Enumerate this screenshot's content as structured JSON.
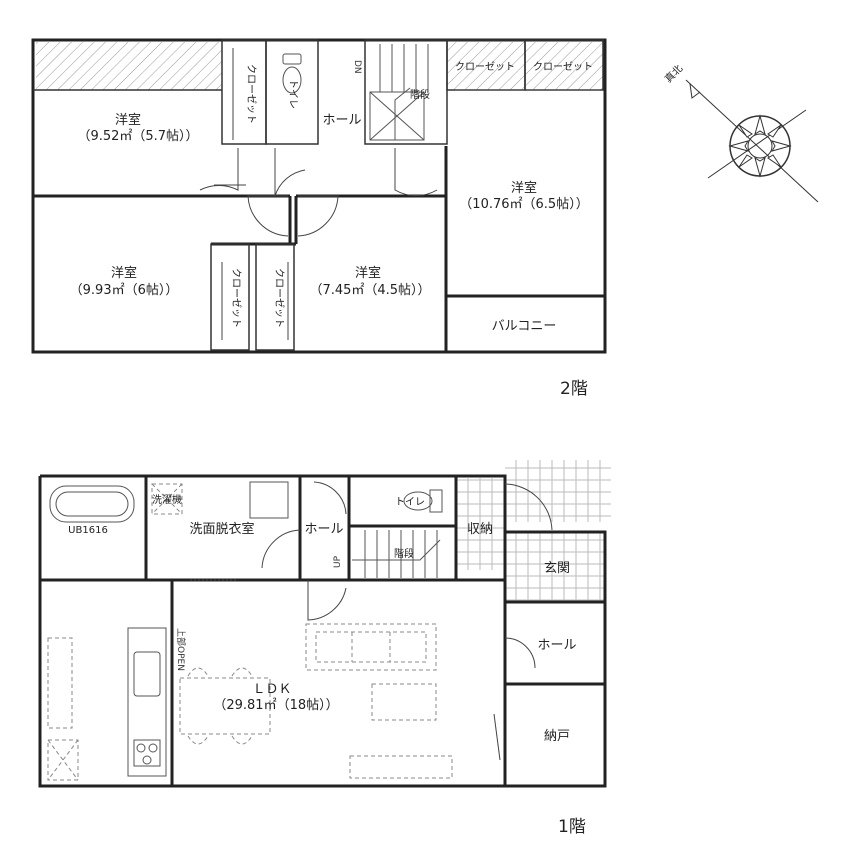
{
  "floor2": {
    "label": "2階",
    "rooms": {
      "yoshitsu_nw": {
        "name": "洋室",
        "area": "（9.52㎡（5.7帖））"
      },
      "yoshitsu_e": {
        "name": "洋室",
        "area": "（10.76㎡（6.5帖））"
      },
      "yoshitsu_sw": {
        "name": "洋室",
        "area": "（9.93㎡（6帖））"
      },
      "yoshitsu_s": {
        "name": "洋室",
        "area": "（7.45㎡（4.5帖））"
      },
      "hall": {
        "name": "ホール"
      },
      "balcony": {
        "name": "バルコニー"
      },
      "stairs": {
        "name": "階段"
      },
      "toilet": {
        "name": "トイレ"
      },
      "closet_top1": {
        "name": "クローゼット"
      },
      "closet_top2": {
        "name": "クローゼット"
      },
      "closet_v1": {
        "name": "クローゼット"
      },
      "closet_v2": {
        "name": "クローゼット"
      },
      "closet_v3": {
        "name": "クローゼット"
      },
      "dn": {
        "name": "DN"
      }
    }
  },
  "floor1": {
    "label": "1階",
    "rooms": {
      "ldk": {
        "name": "ＬＤＫ",
        "area": "（29.81㎡（18帖））"
      },
      "senmen": {
        "name": "洗面脱衣室"
      },
      "ub": {
        "name": "UB1616"
      },
      "sentakki": {
        "name": "洗濯機"
      },
      "hall1": {
        "name": "ホール"
      },
      "hall2": {
        "name": "ホール"
      },
      "stairs": {
        "name": "階段"
      },
      "toilet": {
        "name": "トイレ"
      },
      "shuno": {
        "name": "収納"
      },
      "genkan": {
        "name": "玄関"
      },
      "nando": {
        "name": "納戸"
      },
      "up": {
        "name": "UP"
      },
      "open_label": {
        "name": "上部OPEN"
      }
    }
  },
  "compass": {
    "label": "真北"
  }
}
